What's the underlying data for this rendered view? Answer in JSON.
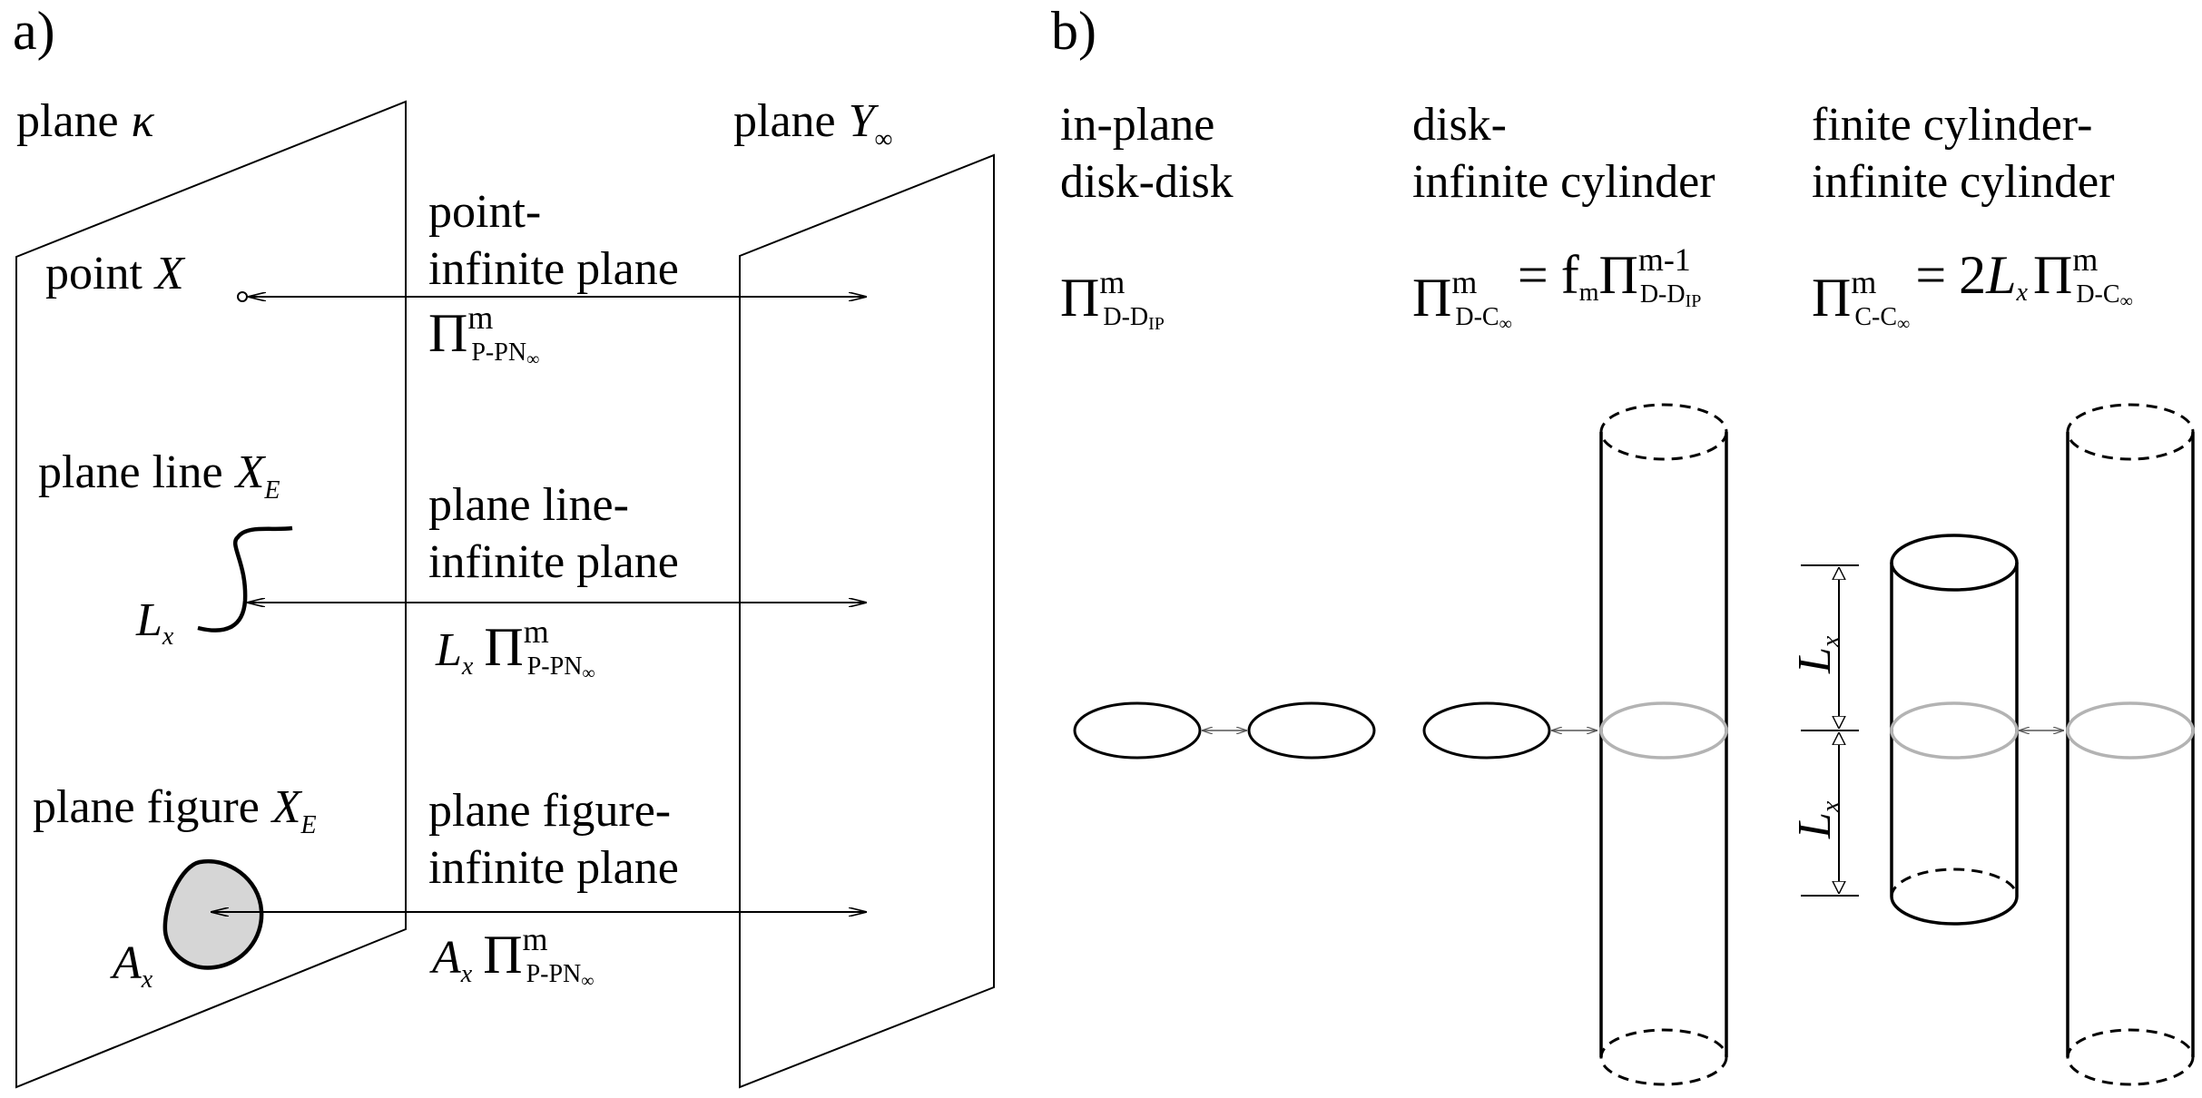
{
  "panel_a": {
    "tag": "a)",
    "left_plane_label": "plane",
    "left_plane_symbol": "κ",
    "right_plane_label": "plane",
    "right_plane_symbol": "Y",
    "right_plane_sub": "∞",
    "rows": [
      {
        "source_label": "point",
        "source_symbol": "X",
        "target_line1": "point-",
        "target_line2": "infinite plane",
        "formula_prefix": "",
        "formula_prefix_sub": "",
        "formula_pi": "Π",
        "formula_sup": "m",
        "formula_sub": "P-PN",
        "formula_sub2": "∞"
      },
      {
        "source_label": "plane line",
        "source_symbol": "X",
        "source_sub": "E",
        "size_label": "L",
        "size_sub": "x",
        "target_line1": "plane line-",
        "target_line2": "infinite plane",
        "formula_prefix": "L",
        "formula_prefix_sub": "x",
        "formula_pi": "Π",
        "formula_sup": "m",
        "formula_sub": "P-PN",
        "formula_sub2": "∞"
      },
      {
        "source_label": "plane figure",
        "source_symbol": "X",
        "source_sub": "E",
        "size_label": "A",
        "size_sub": "x",
        "target_line1": "plane figure-",
        "target_line2": "infinite plane",
        "formula_prefix": "A",
        "formula_prefix_sub": "x",
        "formula_pi": "Π",
        "formula_sup": "m",
        "formula_sub": "P-PN",
        "formula_sub2": "∞"
      }
    ]
  },
  "panel_b": {
    "tag": "b)",
    "columns": [
      {
        "title_line1": "in-plane",
        "title_line2": "disk-disk",
        "formula": {
          "pi": "Π",
          "sup": "m",
          "sub": "D-D",
          "sub2": "IP"
        }
      },
      {
        "title_line1": "disk-",
        "title_line2": "infinite cylinder",
        "formula": {
          "pi": "Π",
          "sup": "m",
          "sub": "D-C",
          "sub2": "∞",
          "eq": "=",
          "factor": "f",
          "factor_sub": "m",
          "rhs_pi": "Π",
          "rhs_sup": "m-1",
          "rhs_sub": "D-D",
          "rhs_sub2": "IP"
        }
      },
      {
        "title_line1": "finite cylinder-",
        "title_line2": "infinite cylinder",
        "formula": {
          "pi": "Π",
          "sup": "m",
          "sub": "C-C",
          "sub2": "∞",
          "eq": "=",
          "coef": "2",
          "factor": "L",
          "factor_sub": "x",
          "rhs_pi": "Π",
          "rhs_sup": "m",
          "rhs_sub": "D-C",
          "rhs_sub2": "∞"
        },
        "dim_label": "L",
        "dim_sub": "x"
      }
    ]
  },
  "colors": {
    "ink": "#000000",
    "faded_ring": "#b3b3b3",
    "figure_fill": "#d6d6d6"
  }
}
